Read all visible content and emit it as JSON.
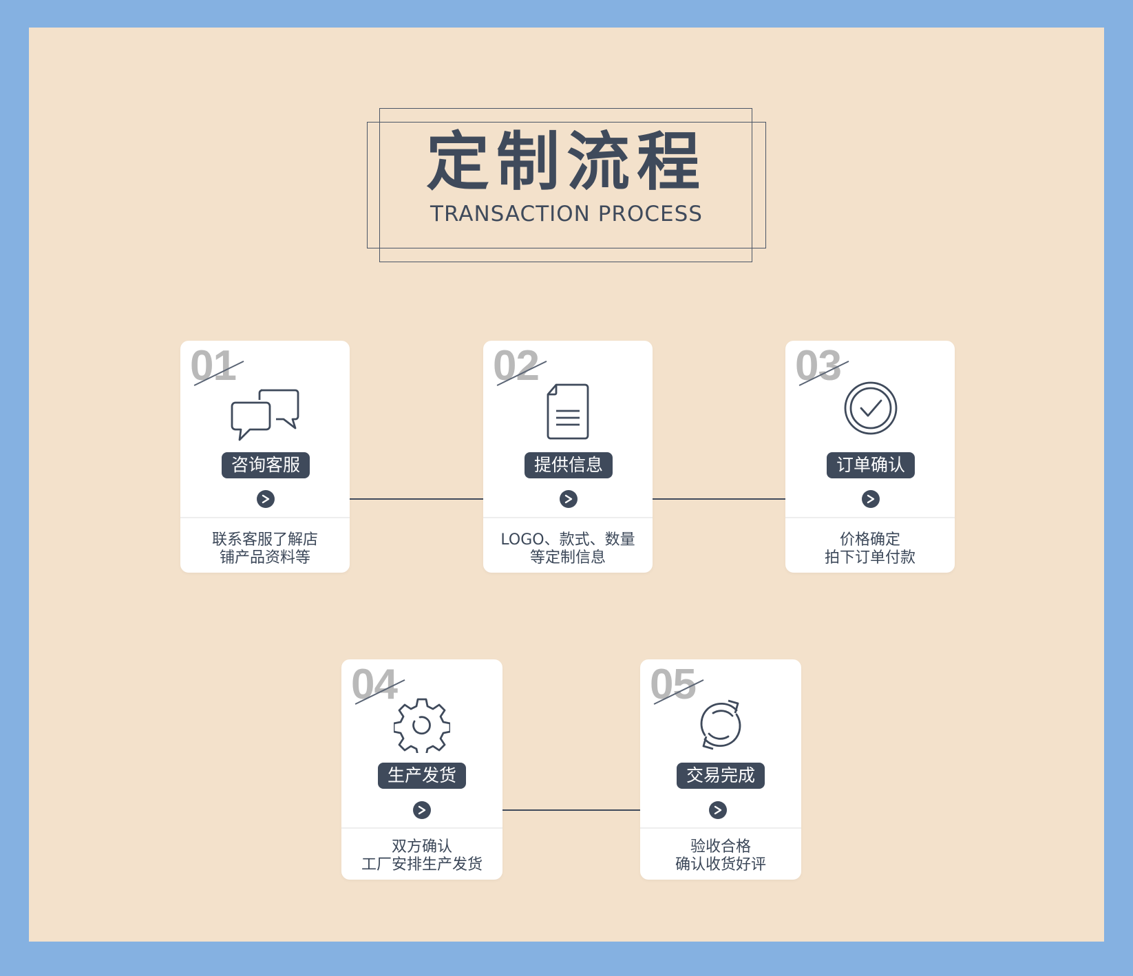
{
  "header": {
    "title": "定制流程",
    "subtitle": "TRANSACTION PROCESS"
  },
  "colors": {
    "outer_background": "#85b1e1",
    "panel_background": "#f3e1cb",
    "accent_dark": "#3f4a5b",
    "number_gray": "#b9b9b9",
    "card_background": "#ffffff"
  },
  "steps": [
    {
      "number": "01",
      "icon": "chat-bubbles-icon",
      "label": "咨询客服",
      "desc_line1": "联系客服了解店",
      "desc_line2": "铺产品资料等"
    },
    {
      "number": "02",
      "icon": "document-icon",
      "label": "提供信息",
      "desc_line1": "LOGO、款式、数量",
      "desc_line2": "等定制信息"
    },
    {
      "number": "03",
      "icon": "check-circle-icon",
      "label": "订单确认",
      "desc_line1": "价格确定",
      "desc_line2": "拍下订单付款"
    },
    {
      "number": "04",
      "icon": "gear-icon",
      "label": "生产发货",
      "desc_line1": "双方确认",
      "desc_line2": "工厂安排生产发货"
    },
    {
      "number": "05",
      "icon": "refresh-icon",
      "label": "交易完成",
      "desc_line1": "验收合格",
      "desc_line2": "确认收货好评"
    }
  ]
}
